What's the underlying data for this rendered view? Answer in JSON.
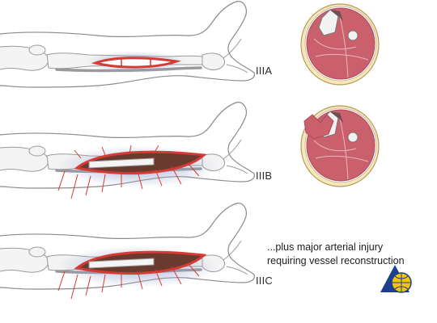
{
  "panels": [
    {
      "grade": "IIIA"
    },
    {
      "grade": "IIIB"
    },
    {
      "grade": "IIIC"
    }
  ],
  "note": {
    "line1": "...plus major arterial injury",
    "line2": "requiring vessel reconstruction"
  },
  "logo": {
    "name": "ao-foundation-logo"
  },
  "colors": {
    "skin_outline": "#8a8a8a",
    "bone": "#f4f4f4",
    "wound_red": "#d63a35",
    "bruise": "#8d9bc6",
    "muscle": "#c9606c",
    "fat": "#f3e8b6",
    "muscle_dark": "#6b3a2e",
    "logo_blue": "#1d3f8f",
    "logo_yellow": "#f4c400"
  }
}
